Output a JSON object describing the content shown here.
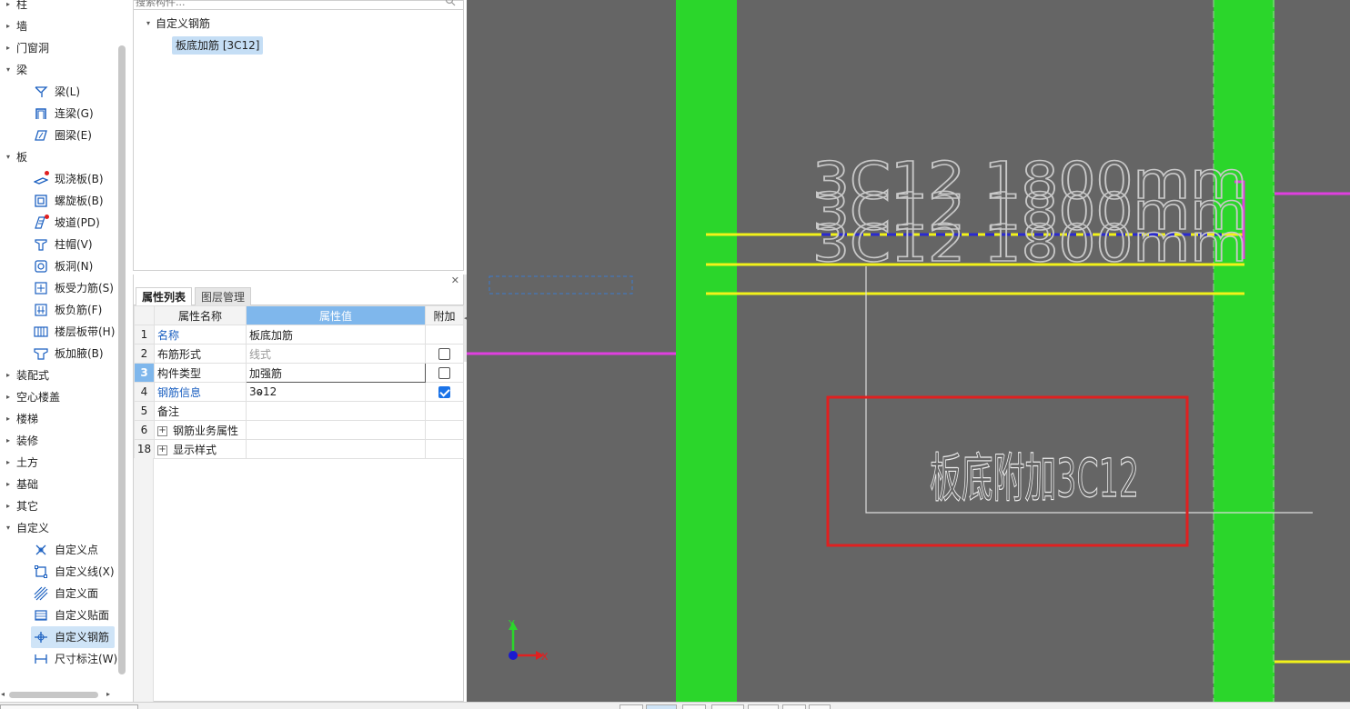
{
  "nav": {
    "categories": [
      {
        "label": "柱",
        "expanded": false
      },
      {
        "label": "墙",
        "expanded": false
      },
      {
        "label": "门窗洞",
        "expanded": false
      },
      {
        "label": "梁",
        "expanded": true,
        "items": [
          {
            "label": "梁(L)",
            "icon": "beam-icon"
          },
          {
            "label": "连梁(G)",
            "icon": "coupling-beam-icon"
          },
          {
            "label": "圈梁(E)",
            "icon": "ring-beam-icon"
          }
        ]
      },
      {
        "label": "板",
        "expanded": true,
        "items": [
          {
            "label": "现浇板(B)",
            "icon": "cast-slab-icon",
            "badge": true
          },
          {
            "label": "螺旋板(B)",
            "icon": "spiral-slab-icon"
          },
          {
            "label": "坡道(PD)",
            "icon": "ramp-icon",
            "badge": true
          },
          {
            "label": "柱帽(V)",
            "icon": "column-cap-icon"
          },
          {
            "label": "板洞(N)",
            "icon": "slab-hole-icon"
          },
          {
            "label": "板受力筋(S)",
            "icon": "slab-main-rebar-icon"
          },
          {
            "label": "板负筋(F)",
            "icon": "slab-negative-rebar-icon"
          },
          {
            "label": "楼层板带(H)",
            "icon": "floor-strip-icon"
          },
          {
            "label": "板加腋(B)",
            "icon": "slab-haunch-icon"
          }
        ]
      },
      {
        "label": "装配式",
        "expanded": false
      },
      {
        "label": "空心楼盖",
        "expanded": false
      },
      {
        "label": "楼梯",
        "expanded": false
      },
      {
        "label": "装修",
        "expanded": false
      },
      {
        "label": "土方",
        "expanded": false
      },
      {
        "label": "基础",
        "expanded": false
      },
      {
        "label": "其它",
        "expanded": false
      },
      {
        "label": "自定义",
        "expanded": true,
        "items": [
          {
            "label": "自定义点",
            "icon": "custom-point-icon"
          },
          {
            "label": "自定义线(X)",
            "icon": "custom-line-icon"
          },
          {
            "label": "自定义面",
            "icon": "custom-area-icon"
          },
          {
            "label": "自定义贴面",
            "icon": "custom-facing-icon"
          },
          {
            "label": "自定义钢筋",
            "icon": "custom-rebar-icon",
            "selected": true
          },
          {
            "label": "尺寸标注(W)",
            "icon": "dimension-icon"
          }
        ]
      }
    ]
  },
  "component_tree": {
    "search_placeholder": "搜索构件...",
    "root_label": "自定义钢筋",
    "child_label": "板底加筋 [3C12]"
  },
  "properties": {
    "tabs": [
      "属性列表",
      "图层管理"
    ],
    "headers": {
      "name": "属性名称",
      "value": "属性值",
      "extra": "附加"
    },
    "rows": [
      {
        "num": "1",
        "name": "名称",
        "value": "板底加筋",
        "name_style": "blue",
        "checkbox": null
      },
      {
        "num": "2",
        "name": "布筋形式",
        "value": "线式",
        "value_style": "gray",
        "checkbox": false
      },
      {
        "num": "3",
        "name": "构件类型",
        "value": "加强筋",
        "selected": true,
        "checkbox": false
      },
      {
        "num": "4",
        "name": "钢筋信息",
        "value": "3ⱺ12",
        "name_style": "blue",
        "checkbox": true
      },
      {
        "num": "5",
        "name": "备注",
        "value": "",
        "checkbox": null
      },
      {
        "num": "6",
        "name": "钢筋业务属性",
        "value": "",
        "expander": true,
        "checkbox": null
      },
      {
        "num": "18",
        "name": "显示样式",
        "value": "",
        "expander": true,
        "checkbox": null
      }
    ]
  },
  "canvas": {
    "rebar_labels": [
      "3C12 1800mm",
      "3C12 1800mm",
      "3C12 1800mm"
    ],
    "annotation": "板底附加3C12",
    "axis_x": "X",
    "axis_y": "Y",
    "colors": {
      "background": "#656565",
      "beam": "#2bd62b",
      "rebar_line": "#f2f21a",
      "magenta_line": "#e040e0",
      "highlight_box": "#e02020"
    }
  }
}
